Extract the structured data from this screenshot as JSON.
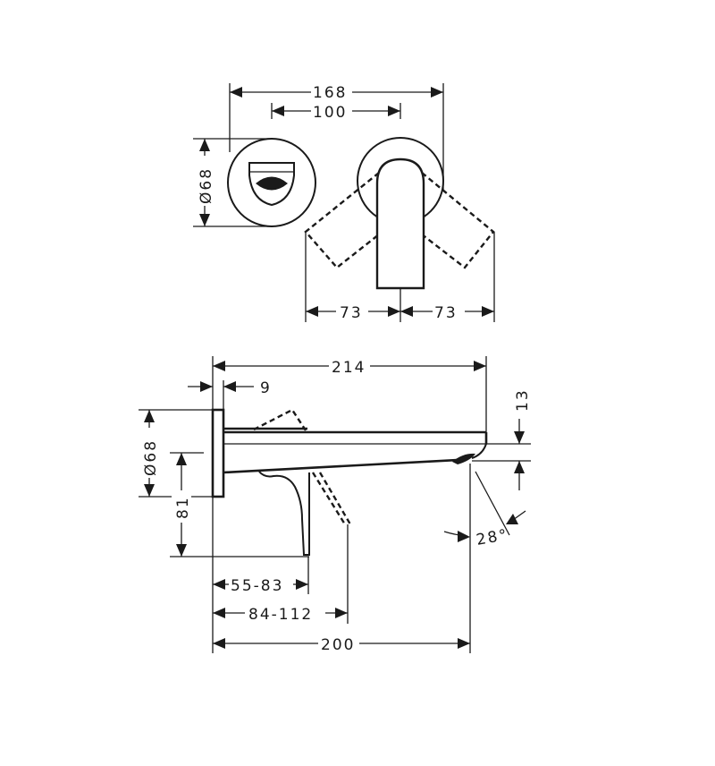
{
  "drawing": {
    "subject": "wall-mounted basin mixer",
    "colors": {
      "line": "#1a1a1a",
      "background": "#ffffff"
    },
    "front_view": {
      "dimensions": {
        "overall_width": "168",
        "center_distance": "100",
        "rosette_diameter": "Ø68",
        "handle_swing_left": "73",
        "handle_swing_right": "73"
      }
    },
    "side_view": {
      "dimensions": {
        "projection_total": "214",
        "rosette_thickness": "9",
        "rosette_diameter": "Ø68",
        "outlet_height": "81",
        "spout_height": "13",
        "outlet_angle": "28°",
        "handle_reach_closed": "55-83",
        "handle_reach_open": "84-112",
        "spout_reach": "200"
      }
    }
  }
}
